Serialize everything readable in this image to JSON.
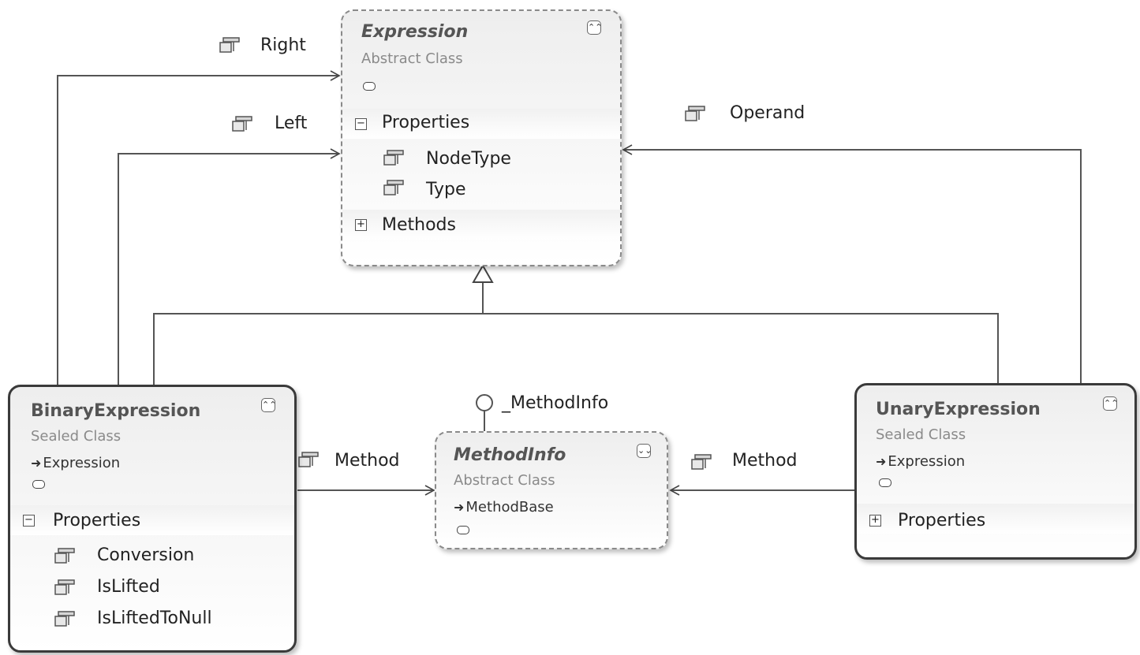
{
  "classes": {
    "expression": {
      "name": "Expression",
      "kind": "Abstract Class",
      "sections": {
        "properties": {
          "label": "Properties",
          "expanded": true,
          "items": [
            "NodeType",
            "Type"
          ]
        },
        "methods": {
          "label": "Methods",
          "expanded": false
        }
      }
    },
    "binary": {
      "name": "BinaryExpression",
      "kind": "Sealed Class",
      "base": "Expression",
      "sections": {
        "properties": {
          "label": "Properties",
          "expanded": true,
          "items": [
            "Conversion",
            "IsLifted",
            "IsLiftedToNull"
          ]
        }
      }
    },
    "methodinfo": {
      "name": "MethodInfo",
      "kind": "Abstract Class",
      "base": "MethodBase",
      "interface": "_MethodInfo"
    },
    "unary": {
      "name": "UnaryExpression",
      "kind": "Sealed Class",
      "base": "Expression",
      "sections": {
        "properties": {
          "label": "Properties",
          "expanded": false
        }
      }
    }
  },
  "associations": {
    "right": "Right",
    "left": "Left",
    "operand": "Operand",
    "binary_method": "Method",
    "unary_method": "Method"
  },
  "icons": {
    "collapse_toggle": "chevron-double-up-icon",
    "expand_toggle": "chevron-double-down-icon",
    "property": "property-icon",
    "section_expanded": "minus-box-icon",
    "section_collapsed": "plus-box-icon"
  }
}
